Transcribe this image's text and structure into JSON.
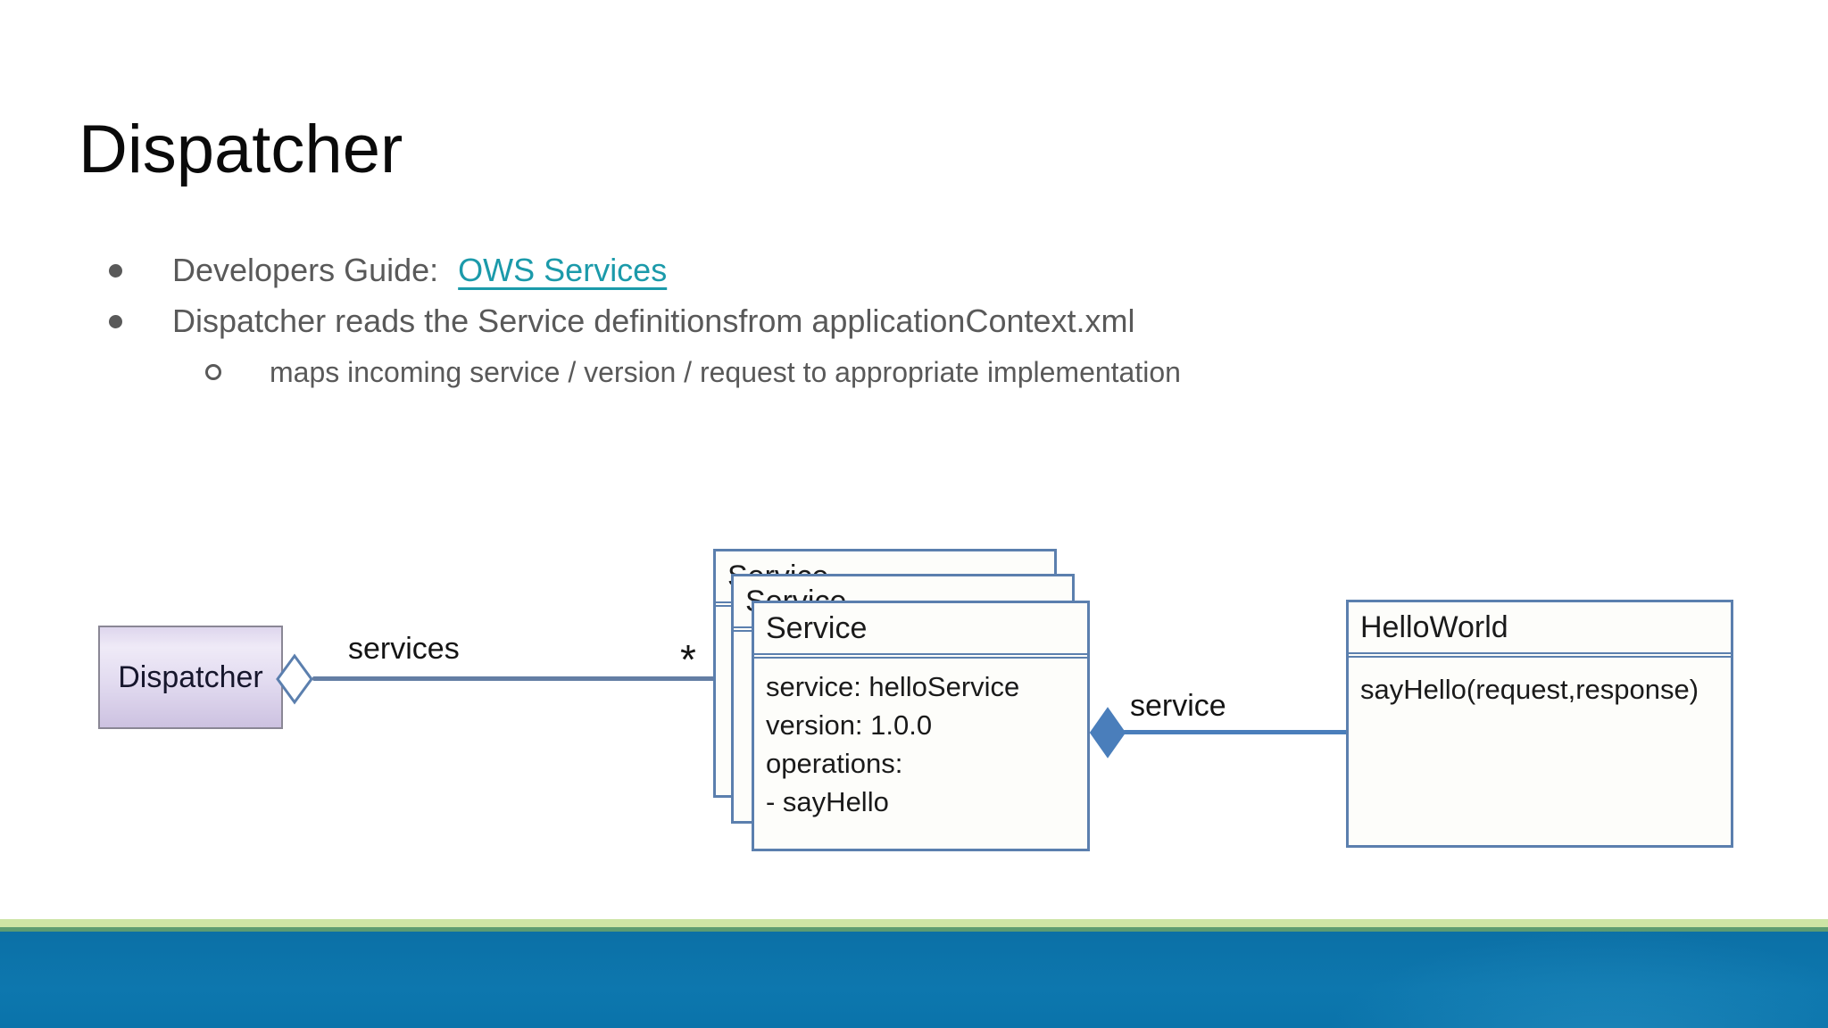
{
  "slide": {
    "title": "Dispatcher",
    "bullets": {
      "b1_label": "Developers Guide:",
      "b1_link": "OWS Services",
      "b2": "Dispatcher reads the Service definitionsfrom applicationContext.xml",
      "b2_sub": "maps incoming service / version / request to appropriate implementation"
    }
  },
  "diagram": {
    "dispatcher_label": "Dispatcher",
    "services_edge": {
      "label": "services",
      "multiplicity": "*",
      "diamond": "open-aggregation-diamond"
    },
    "service_class": {
      "title": "Service",
      "stack_count": 3,
      "lines": [
        "service: helloService",
        "version: 1.0.0",
        "operations:",
        "- sayHello"
      ]
    },
    "service_edge": {
      "label": "service",
      "diamond": "filled-composition-diamond"
    },
    "helloworld_class": {
      "title": "HelloWorld",
      "lines": [
        "sayHello(request,response)"
      ]
    }
  },
  "colors": {
    "title_text": "#0a0a0a",
    "body_text_gray": "#595959",
    "link_teal": "#1b9aaa",
    "uml_border_blue": "#5b7fae",
    "association_line_blue": "#647ea4",
    "composition_blue": "#4a7ebb",
    "dispatcher_fill_purple": "#d9cfe9",
    "footer_light_green": "#cde4a5",
    "footer_dark_green": "#5d9c72",
    "footer_blue": "#0d77ae"
  }
}
